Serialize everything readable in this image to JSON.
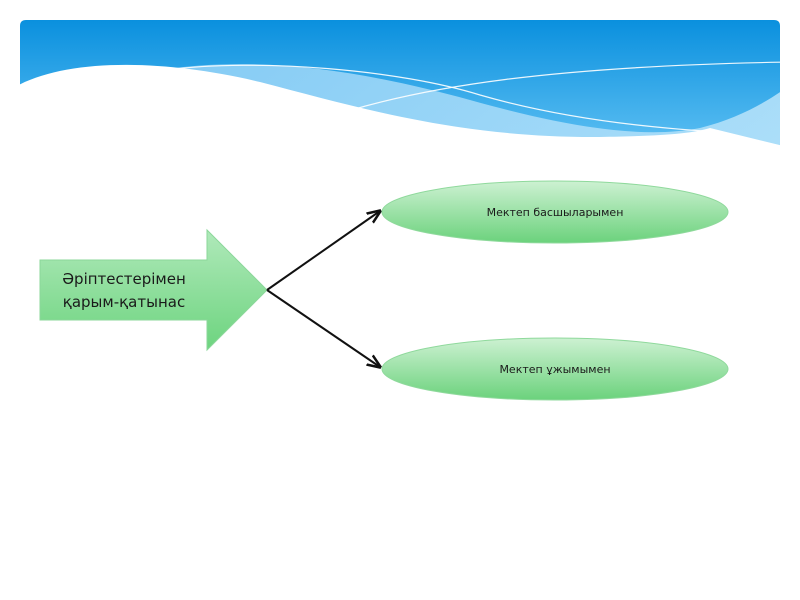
{
  "slide": {
    "header_colors": {
      "top": "#0a92df",
      "bottom": "#5cbdf2",
      "wave_light": "#a8dbf8"
    }
  },
  "diagram": {
    "source": {
      "line1": "Әріптестерімен",
      "line2": "қарым-қатынас",
      "fill_top": "#a8e6b3",
      "fill_bottom": "#6cd37e",
      "stroke": "#7fd28f"
    },
    "targets": [
      {
        "label": "Мектеп басшыларымен"
      },
      {
        "label": "Мектеп ұжымымен"
      }
    ],
    "target_fill_top": "#c6efcc",
    "target_fill_bottom": "#6cd37e",
    "arrow_color": "#111111"
  }
}
